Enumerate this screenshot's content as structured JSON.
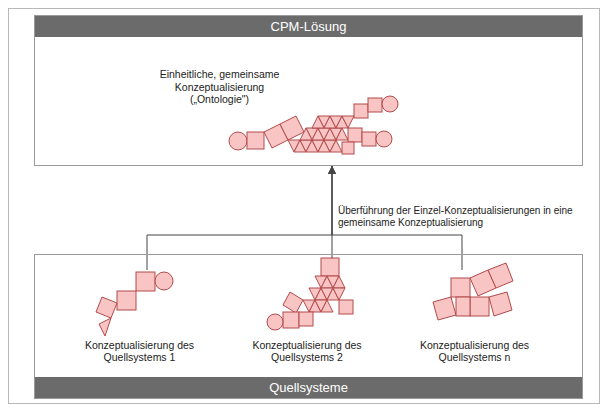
{
  "diagram": {
    "nodes": [
      {
        "text": [
          "CPM-Lösung"
        ]
      },
      {
        "text": [
          "Einheitliche, gemeinsame Konzeptualisierung („Ontologie\")"
        ],
        "in": 0
      },
      {
        "text": [
          "Quellsysteme"
        ]
      },
      {
        "text": [
          "Konzeptualisierung des Quellsystems 1"
        ],
        "in": 2
      },
      {
        "text": [
          "Konzeptualisierung des Quellsystems 2"
        ],
        "in": 2
      },
      {
        "text": [
          "Konzeptualisierung des Quellsystems n"
        ],
        "in": 2
      }
    ],
    "edges": [
      {
        "from": 3,
        "to": 1,
        "arrow": "to"
      },
      {
        "from": 4,
        "to": 1,
        "arrow": "to"
      },
      {
        "from": 5,
        "to": 1,
        "arrow": "to"
      }
    ],
    "labels": [
      "Überführung der Einzel-Konzeptualisierungen in eine gemeinsame Konzeptualisierung"
    ]
  }
}
